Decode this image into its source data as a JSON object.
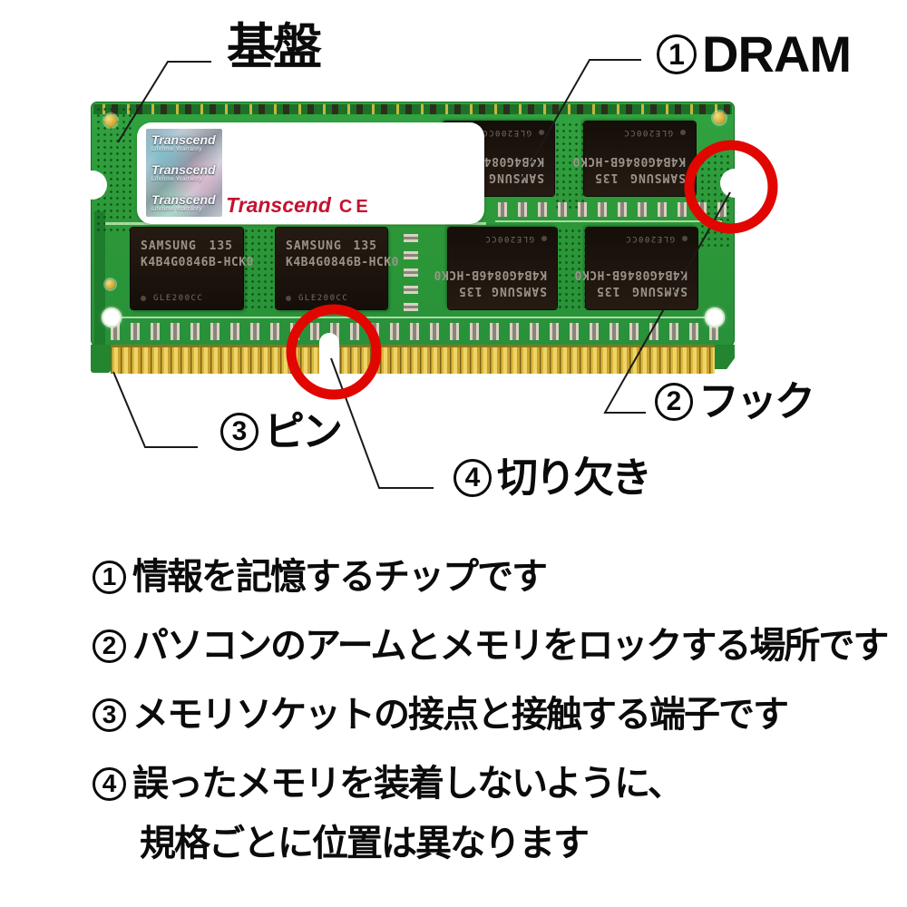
{
  "colors": {
    "pcb_green": "#2c9738",
    "pcb_dark": "#1e7d2c",
    "trace_light": "#bfe7b4",
    "chip_black": "#1d1510",
    "chip_text": "#9b938a",
    "pin_gold": "#e2c243",
    "highlight_red": "#e10600",
    "logo_red": "#c41230",
    "leader_black": "#1a1a1a"
  },
  "callouts": {
    "board": {
      "text": "基盤"
    },
    "dram": {
      "num": "1",
      "text": "DRAM"
    },
    "hook": {
      "num": "2",
      "text": "フック"
    },
    "pin": {
      "num": "3",
      "text": "ピン"
    },
    "notch": {
      "num": "4",
      "text": "切り欠き"
    }
  },
  "module": {
    "sticker": {
      "rows": [
        {
          "brand": "Transcend",
          "sub": "Lifetime Warranty"
        },
        {
          "brand": "Transcend",
          "sub": "Lifetime Warranty"
        },
        {
          "brand": "Transcend",
          "sub": "Lifetime Warranty"
        }
      ]
    },
    "logo": {
      "brand": "Transcend",
      "ce": "CE"
    },
    "chip": {
      "maker": "SAMSUNG",
      "lot": "135",
      "part": "K4B4G0846B-HCK0",
      "code": "GLE200CC"
    }
  },
  "explanations": [
    {
      "num": "1",
      "text": "情報を記憶するチップです"
    },
    {
      "num": "2",
      "text": "パソコンのアームとメモリをロックする場所です"
    },
    {
      "num": "3",
      "text": "メモリソケットの接点と接触する端子です"
    },
    {
      "num": "4",
      "text": "誤ったメモリを装着しないように、"
    },
    {
      "num": "",
      "text": "規格ごとに位置は異なります"
    }
  ]
}
